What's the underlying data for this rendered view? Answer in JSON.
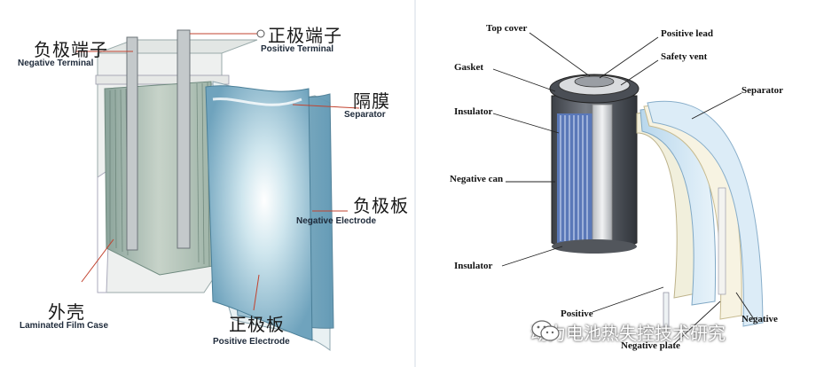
{
  "left_diagram": {
    "labels": {
      "negative_terminal_cn": "负极端子",
      "negative_terminal_en": "Negative Terminal",
      "positive_terminal_cn": "正极端子",
      "positive_terminal_en": "Positive Terminal",
      "separator_cn": "隔膜",
      "separator_en": "Separator",
      "negative_electrode_cn": "负极板",
      "negative_electrode_en": "Negative Electrode",
      "case_cn": "外壳",
      "case_en": "Laminated Film Case",
      "positive_electrode_cn": "正极板",
      "positive_electrode_en": "Positive Electrode"
    }
  },
  "right_diagram": {
    "labels": {
      "top_cover": "Top cover",
      "positive_lead": "Positive lead",
      "safety_vent": "Safety vent",
      "gasket": "Gasket",
      "separator": "Separator",
      "insulator_top": "Insulator",
      "negative_can": "Negative can",
      "insulator_bottom": "Insulator",
      "positive": "Positive",
      "negative_plate": "Negative plate",
      "negative": "Negative"
    }
  },
  "watermark": {
    "text": "动力电池热失控技术研究",
    "icon": "wechat-icon"
  },
  "colors": {
    "electrode_blue": "#7fb2c9",
    "case_gray": "#d8dcdc",
    "separator_cream": "#f4ecd6",
    "can_blue": "#5a78b8",
    "leader_red": "#c2432f"
  }
}
